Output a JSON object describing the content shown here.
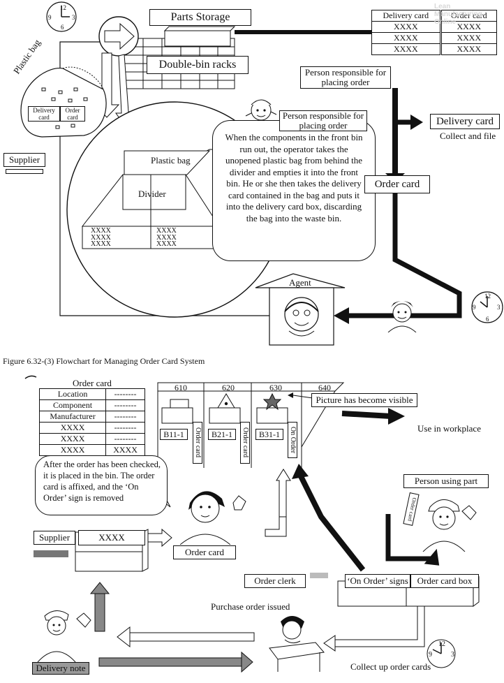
{
  "top": {
    "parts_storage": "Parts Storage",
    "double_bin_racks": "Double-bin racks",
    "plastic_bag_label": "Plastic bag",
    "bag_delivery_card": "Delivery card",
    "bag_order_card": "Order card",
    "supplier": "Supplier",
    "plastic_bag_inner": "Plastic bag",
    "divider": "Divider",
    "bin_left_codes": [
      "XXXX",
      "XXXX",
      "XXXX"
    ],
    "bin_right_codes": [
      "XXXX",
      "XXXX",
      "XXXX"
    ],
    "card_table": {
      "headers": [
        "Delivery card",
        "Order card"
      ],
      "rows": [
        [
          "XXXX",
          "XXXX"
        ],
        [
          "XXXX",
          "XXXX"
        ],
        [
          "XXXX",
          "XXXX"
        ]
      ]
    },
    "person_placing_order_1": "Person responsible for placing order",
    "person_placing_order_2": "Person responsible for placing order",
    "bubble_text": "When the components in the front bin run out, the operator takes the unopened plastic bag from behind the divider and empties it into the front bin. He or she then takes the delivery card contained in the bag and puts it into the delivery card box, discarding the bag into the waste bin.",
    "delivery_card": "Delivery card",
    "collect_and_file": "Collect and file",
    "order_card": "Order card",
    "agent": "Agent"
  },
  "caption": "Figure 6.32-(3) Flowchart for Managing Order Card System",
  "bottom": {
    "order_card_table": {
      "title": "Order card",
      "rows": [
        [
          "Location",
          "--------"
        ],
        [
          "Component",
          "--------"
        ],
        [
          "Manufacturer",
          "--------"
        ],
        [
          "XXXX",
          "--------"
        ],
        [
          "XXXX",
          "--------"
        ],
        [
          "XXXX",
          "XXXX"
        ]
      ]
    },
    "shelf_numbers": [
      "610",
      "620",
      "630",
      "640"
    ],
    "bin_labels": [
      "B11-1",
      "B21-1",
      "B31-1"
    ],
    "bin_tags": [
      "Order card",
      "Order card",
      "On Order"
    ],
    "picture_visible": "Picture has become visible",
    "use_in_workplace": "Use in workplace",
    "bubble_text": "After the order has been checked, it is placed in the bin. The order card is affixed, and the ‘On Order’ sign is removed",
    "supplier": "Supplier",
    "supplier_code": "XXXX",
    "order_card": "Order card",
    "person_using_part": "Person using part",
    "card_in_hand": "Order card",
    "order_clerk": "Order clerk",
    "on_order_signs": "‘On Order’ signs",
    "order_card_box": "Order card box",
    "purchase_order_issued": "Purchase order issued",
    "delivery_note": "Delivery note",
    "collect_up_order_cards": "Collect up order cards"
  },
  "watermark": [
    "Lean",
    "Manufacturing",
    "Online"
  ]
}
